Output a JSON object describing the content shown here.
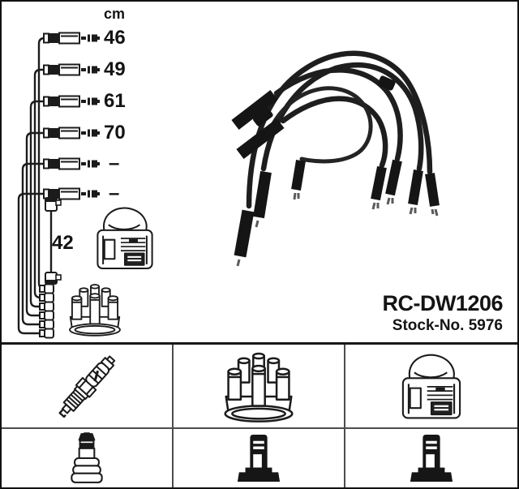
{
  "product": {
    "code": "RC-DW1206",
    "stock": "Stock-No. 5976"
  },
  "measurements": {
    "unit_label": "cm",
    "lead_lengths": [
      "46",
      "49",
      "61",
      "70",
      "–",
      "–"
    ],
    "coil_lead_length": "42"
  },
  "legend": {
    "row1_icons": [
      "spark-plug",
      "distributor-cap",
      "ignition-coil"
    ],
    "row2_icons": [
      "spark-plug-connector",
      "distributor-connector",
      "coil-connector"
    ]
  },
  "colors": {
    "ink": "#161616",
    "cable": "#1d1d1d",
    "paper": "#ffffff",
    "grid_line": "#4d4d4d"
  }
}
